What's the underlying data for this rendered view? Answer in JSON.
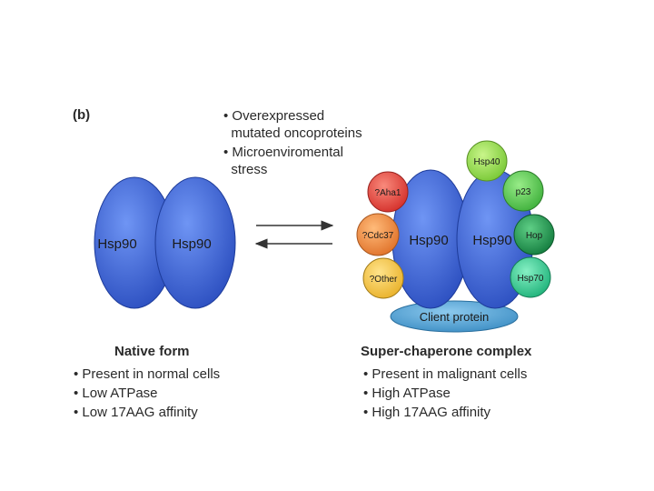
{
  "panel_label": "(b)",
  "conditions": [
    "• Overexpressed",
    "  mutated oncoproteins",
    "• Microenviromental",
    "  stress"
  ],
  "native": {
    "heading": "Native form",
    "monomer_left": "Hsp90",
    "monomer_right": "Hsp90",
    "bullets": [
      "• Present in normal cells",
      "• Low ATPase",
      "• Low 17AAG affinity"
    ]
  },
  "complex": {
    "heading": "Super-chaperone complex",
    "monomer_left": "Hsp90",
    "monomer_right": "Hsp90",
    "client": "Client protein",
    "cochaperones": {
      "aha1": "?Aha1",
      "cdc37": "?Cdc37",
      "other": "?Other",
      "hsp40": "Hsp40",
      "p23": "p23",
      "hop": "Hop",
      "hsp70": "Hsp70"
    },
    "bullets": [
      "• Present in malignant cells",
      "• High ATPase",
      "• High 17AAG affinity"
    ]
  },
  "colors": {
    "hsp90": "#3f66d6",
    "client": "#5aa8d8",
    "aha1": "#e8403a",
    "cdc37": "#ee8a3c",
    "other": "#f3c640",
    "hsp40": "#9be04a",
    "p23": "#5fcc4c",
    "hop": "#1f9a52",
    "hsp70": "#2ec98c"
  }
}
